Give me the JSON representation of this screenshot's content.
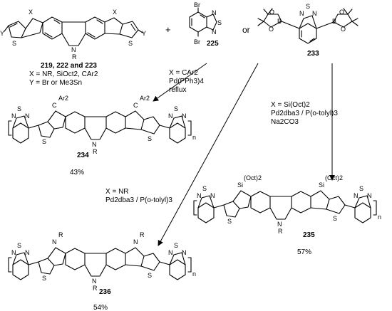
{
  "reactants": {
    "monomer": {
      "atom_x": "X",
      "atom_y": "Y",
      "atom_s": "S",
      "atom_n": "N",
      "atom_r": "R",
      "compounds_label": "219, 222 and 223",
      "x_options": "X = NR, SiOct2, CAr2",
      "y_options": "Y = Br or Me3Sn"
    },
    "plus": "+",
    "or": "or",
    "dibromide": {
      "number": "225",
      "atom_br": "Br",
      "atom_n": "N",
      "atom_s": "S"
    },
    "diboronate": {
      "number": "233",
      "atom_b": "B",
      "atom_o": "O",
      "atom_n": "N",
      "atom_s": "S"
    }
  },
  "conditions": {
    "to_234": [
      "X = CAr2",
      "Pd(PPh3)4",
      "reflux"
    ],
    "to_235": [
      "X = Si(Oct)2",
      "Pd2dba3 / P(o-tolyl)3",
      "Na2CO3"
    ],
    "to_236": [
      "X = NR",
      "Pd2dba3 / P(o-tolyl)3"
    ]
  },
  "products": [
    {
      "id": "234",
      "number": "234",
      "yield": "43%",
      "bridge": "C",
      "substituent": "Ar2",
      "n_sub": "R",
      "repeat": "n"
    },
    {
      "id": "235",
      "number": "235",
      "yield": "57%",
      "bridge": "Si",
      "substituent": "(Oct)2",
      "n_sub": "R",
      "repeat": "n"
    },
    {
      "id": "236",
      "number": "236",
      "yield": "54%",
      "bridge": "N",
      "substituent": "R",
      "n_sub": "R",
      "repeat": "n"
    }
  ],
  "common_atoms": {
    "s": "S",
    "n": "N"
  }
}
